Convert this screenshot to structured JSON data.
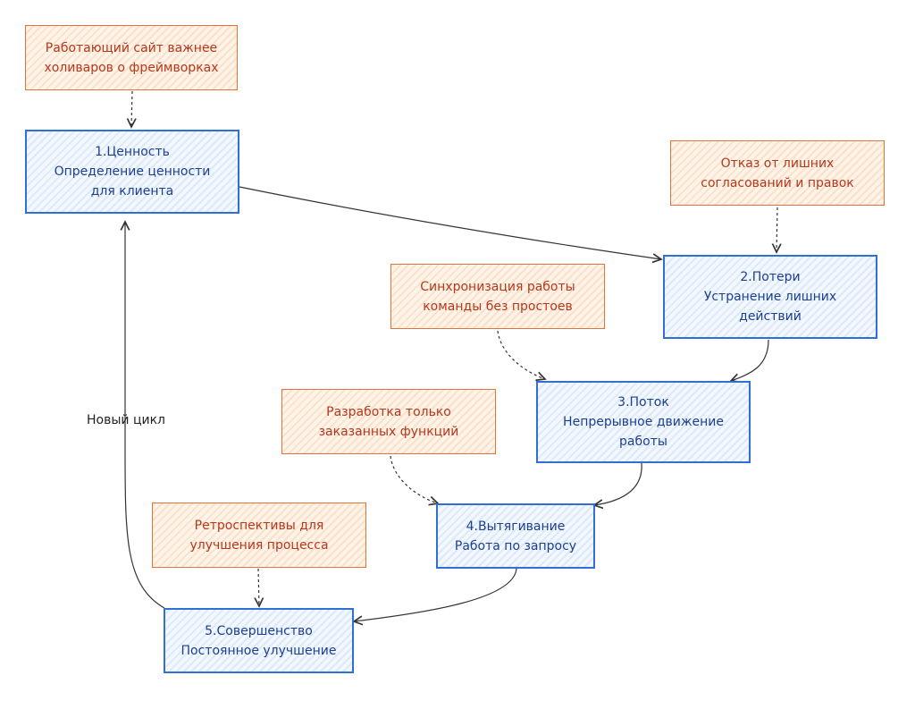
{
  "steps": {
    "value": {
      "title": "1.Ценность",
      "line1": "Определение ценности",
      "line2": "для клиента"
    },
    "waste": {
      "title": "2.Потери",
      "line1": "Устранение лишних",
      "line2": "действий"
    },
    "flow": {
      "title": "3.Поток",
      "line1": "Непрерывное движение",
      "line2": "работы"
    },
    "pull": {
      "title": "4.Вытягивание",
      "line1": "Работа по запросу"
    },
    "perfect": {
      "title": "5.Совершенство",
      "line1": "Постоянное улучшение"
    }
  },
  "notes": {
    "value": {
      "line1": "Работающий сайт важнее",
      "line2": "холиваров о фреймворках"
    },
    "waste": {
      "line1": "Отказ от лишних",
      "line2": "согласований и правок"
    },
    "flow": {
      "line1": "Синхронизация работы",
      "line2": "команды без простоев"
    },
    "pull": {
      "line1": "Разработка только",
      "line2": "заказанных функций"
    },
    "perfect": {
      "line1": "Ретроспективы для",
      "line2": "улучшения процесса"
    }
  },
  "loop_label": "Новый цикл",
  "colors": {
    "step_border": "#2f6fd6",
    "step_text": "#1c3f8f",
    "note_border": "#e0743a",
    "note_text": "#b5381c"
  }
}
